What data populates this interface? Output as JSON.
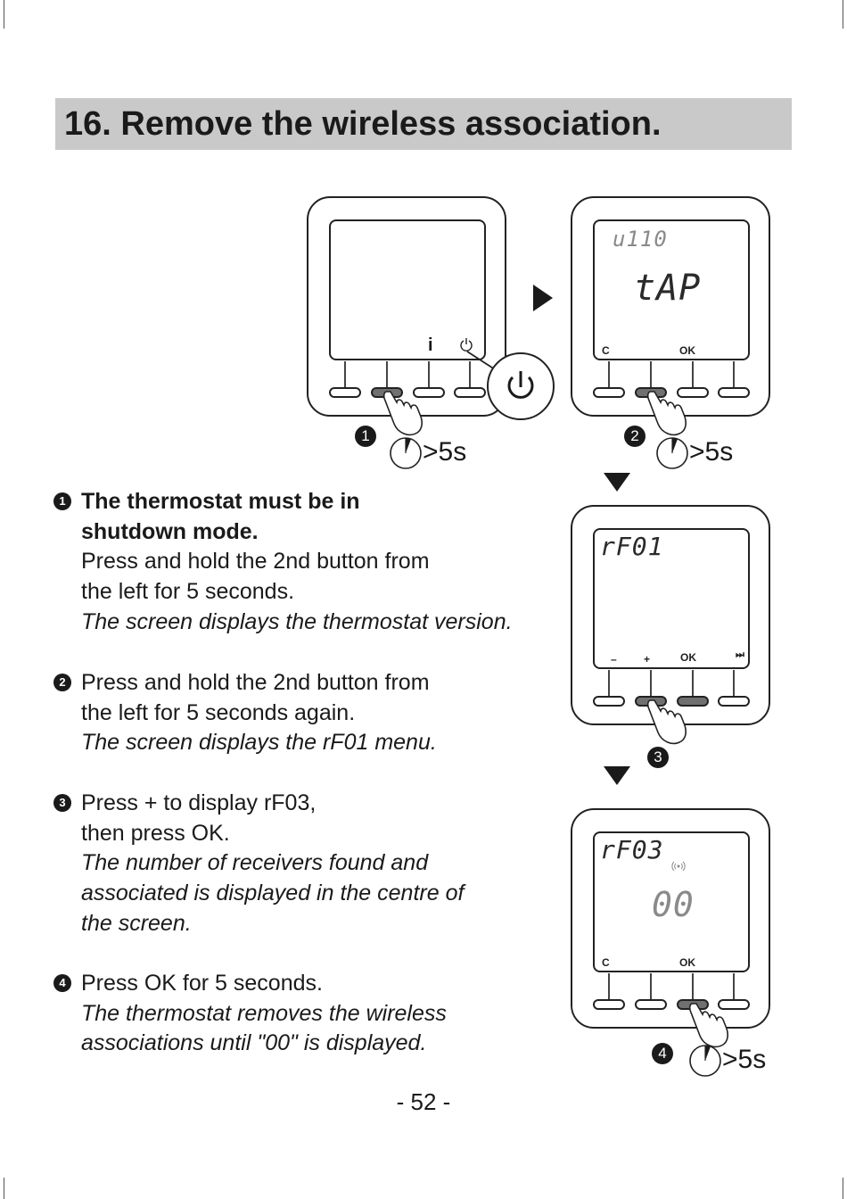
{
  "title": "16. Remove the wireless association.",
  "diagram": {
    "device1": {
      "info_label": "i"
    },
    "device2": {
      "version": "u110",
      "message": "tAP",
      "left_label": "C",
      "ok_label": "OK"
    },
    "device3": {
      "menu": "rF01",
      "minus_label": "–",
      "plus_label": "+",
      "ok_label": "OK",
      "skip_label": "⏭"
    },
    "device4": {
      "menu": "rF03",
      "count": "00",
      "left_label": "C",
      "ok_label": "OK"
    },
    "badges": [
      "1",
      "2",
      "3",
      "4"
    ],
    "hold_time": ">5s"
  },
  "steps": [
    {
      "number": "1",
      "bold": [
        "The thermostat must be in",
        "shutdown mode."
      ],
      "normal": [
        "Press and hold the 2nd button from",
        "the left for 5 seconds."
      ],
      "italic": [
        "The screen displays the thermostat version."
      ]
    },
    {
      "number": "2",
      "bold": [],
      "normal": [
        "Press and hold the 2nd button from",
        "the left for 5 seconds again."
      ],
      "italic": [
        "The screen displays the rF01 menu."
      ]
    },
    {
      "number": "3",
      "bold": [],
      "normal": [
        "Press + to display rF03,",
        "then press OK."
      ],
      "italic": [
        "The number of receivers found and",
        "associated is displayed in the centre of",
        "the screen."
      ]
    },
    {
      "number": "4",
      "bold": [],
      "normal": [
        "Press OK for 5 seconds."
      ],
      "italic": [
        "The thermostat removes the wireless",
        "associations until \"00\" is displayed."
      ]
    }
  ],
  "page_number": "- 52 -"
}
